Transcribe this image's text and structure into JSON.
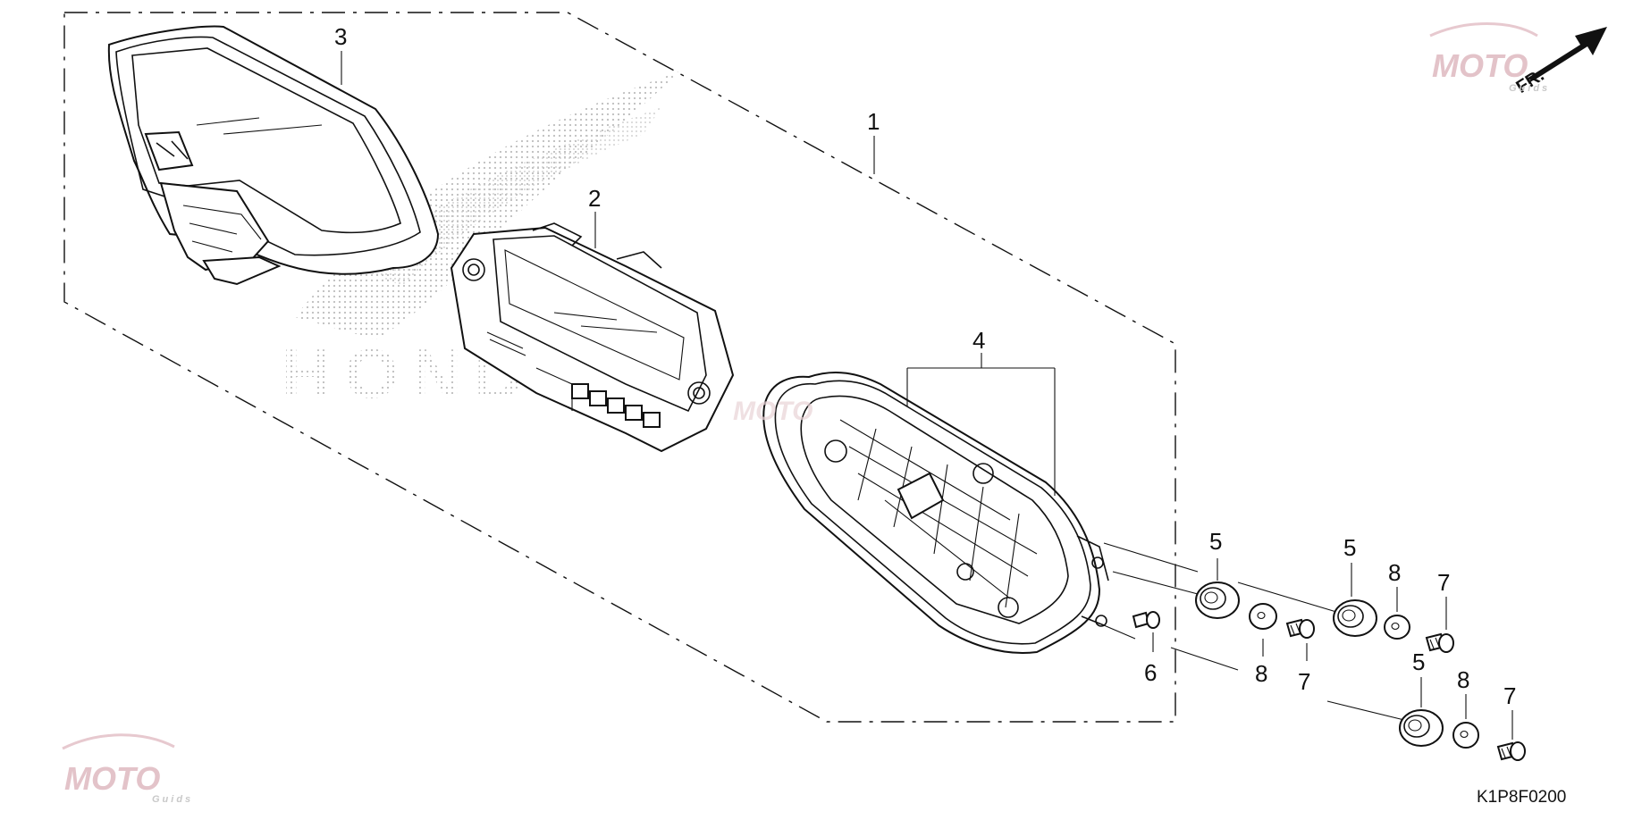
{
  "diagram": {
    "drawing_code": "K1P8F0200",
    "orientation_label": "FR.",
    "watermark_brand": "MOTO",
    "watermark_sub": "Guids",
    "background_logo": "HONDA",
    "callouts": {
      "c1": "1",
      "c2": "2",
      "c3": "3",
      "c4": "4",
      "c5a": "5",
      "c5b": "5",
      "c5c": "5",
      "c6": "6",
      "c7a": "7",
      "c7b": "7",
      "c7c": "7",
      "c8a": "8",
      "c8b": "8",
      "c8c": "8"
    }
  }
}
